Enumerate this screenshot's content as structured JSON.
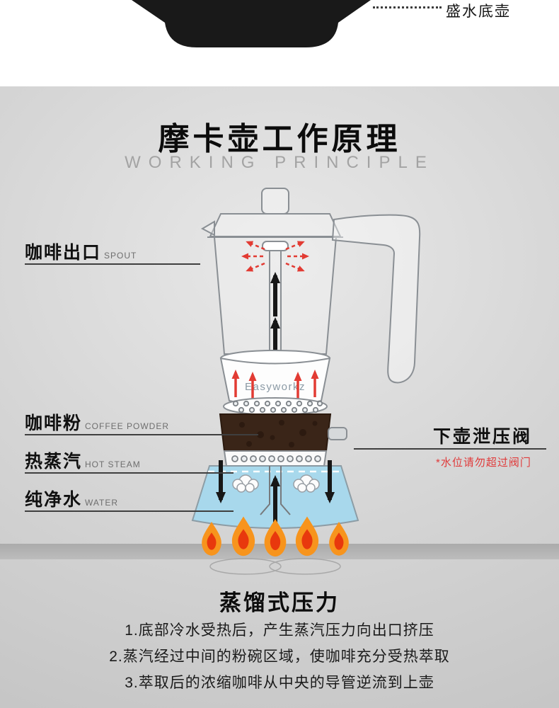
{
  "top": {
    "part_label": "盛水底壶"
  },
  "header": {
    "title": "摩卡壶工作原理",
    "subtitle": "WORKING PRINCIPLE"
  },
  "diagram": {
    "brand": "Easyworkz",
    "labels": {
      "spout": {
        "zh": "咖啡出口",
        "en": "SPOUT"
      },
      "coffee_powder": {
        "zh": "咖啡粉",
        "en": "COFFEE POWDER"
      },
      "hot_steam": {
        "zh": "热蒸汽",
        "en": "HOT STEAM"
      },
      "water": {
        "zh": "纯净水",
        "en": "WATER"
      },
      "relief_valve": {
        "zh": "下壶泄压阀",
        "note": "*水位请勿超过阀门"
      }
    }
  },
  "footer": {
    "title": "蒸馏式压力",
    "steps": [
      "1.底部冷水受热后，产生蒸汽压力向出口挤压",
      "2.蒸汽经过中间的粉碗区域，使咖啡充分受热萃取",
      "3.萃取后的浓缩咖啡从中央的导管逆流到上壶"
    ]
  },
  "colors": {
    "accent_red": "#e23b33",
    "water": "#a6d9ee",
    "coffee": "#3a2518",
    "flame_outer": "#f7941d",
    "flame_inner": "#e8380d"
  }
}
